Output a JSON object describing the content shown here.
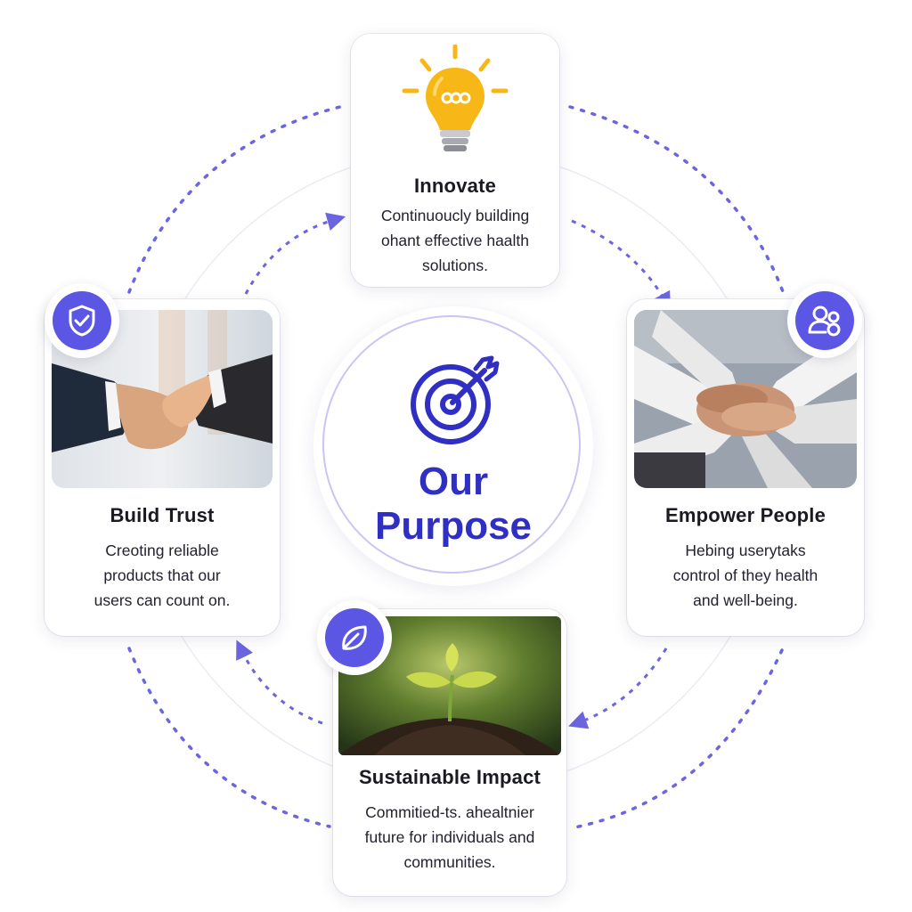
{
  "center": {
    "title_line1": "Our",
    "title_line2": "Purpose",
    "icon": "target-arrow-icon",
    "color": "#2f2fc4"
  },
  "cards": {
    "innovate": {
      "title": "Innovate",
      "lines": [
        "Continuoucly building",
        "ohant effective haalth",
        "solutions."
      ],
      "icon": "lightbulb-icon"
    },
    "trust": {
      "title": "Build Trust",
      "lines": [
        "Creoting reliable",
        "products that our",
        "users can count on."
      ],
      "icon": "shield-check-icon",
      "photo": "handshake-photo"
    },
    "empower": {
      "title": "Empower People",
      "lines": [
        "Hebing userytaks",
        "control of they health",
        "and well-being."
      ],
      "icon": "users-icon",
      "photo": "hands-together-photo"
    },
    "impact": {
      "title": "Sustainable Impact",
      "lines": [
        "Commitied-ts. ahealtnier",
        "future for individuals and",
        "communities."
      ],
      "icon": "leaf-icon",
      "photo": "seedling-photo"
    }
  },
  "colors": {
    "accent": "#5b56e3",
    "dashed": "#6b66e0",
    "bulb": "#f7b717"
  }
}
